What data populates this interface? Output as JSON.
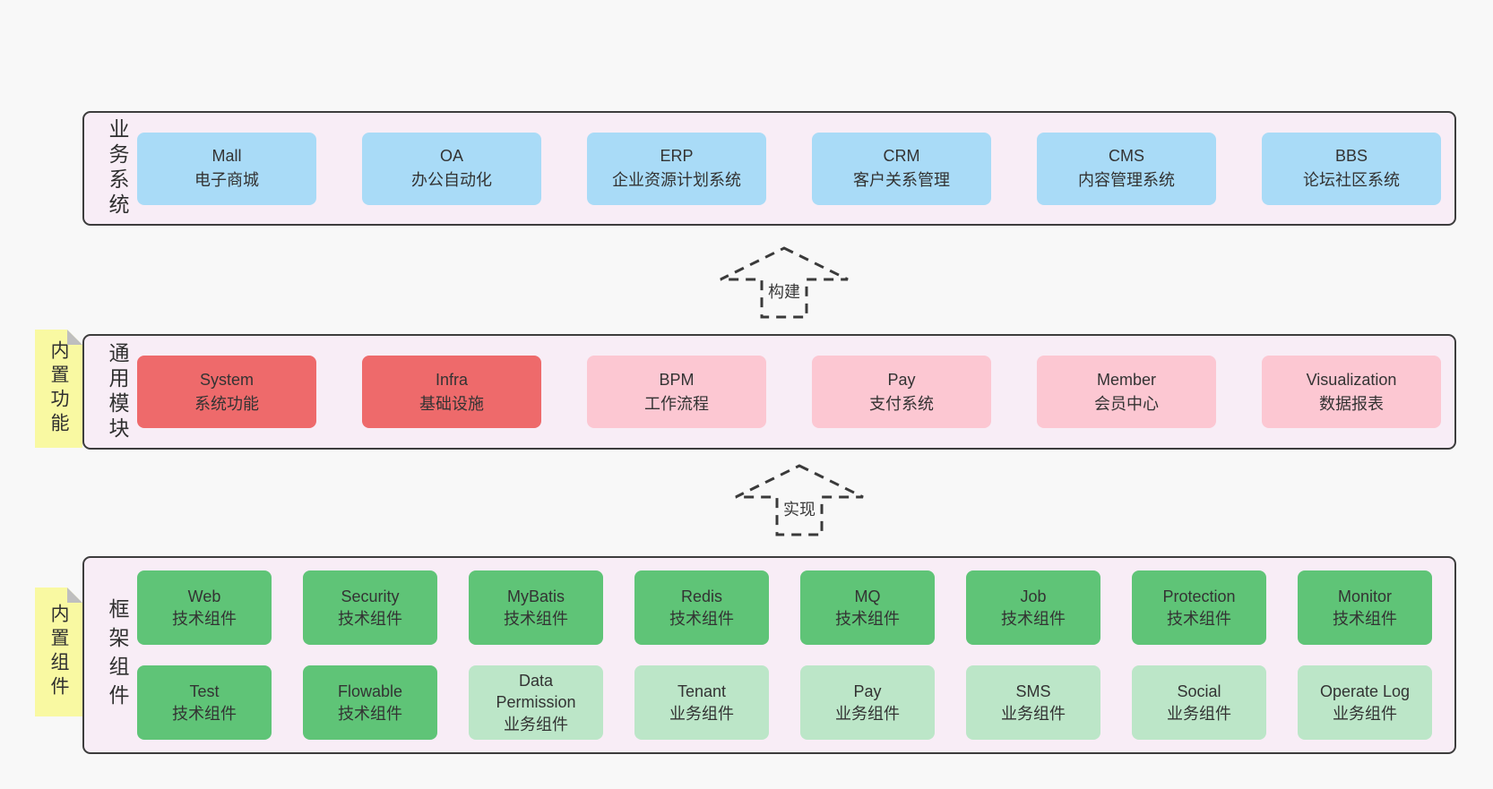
{
  "colors": {
    "page_bg": "#f8f8f8",
    "panel_bg": "#f8edf6",
    "panel_border": "#3d3d3d",
    "blue_box": "#a9dbf7",
    "red_box": "#ee6a6b",
    "pink_box": "#fcc7d2",
    "green_box": "#5fc477",
    "light_green_box": "#bce6c8",
    "sticky_tag": "#f9f9a2",
    "tag_fold": "#bfbfbf",
    "text": "#333333"
  },
  "sections": [
    {
      "label": "业务系统",
      "items": [
        {
          "name": "Mall",
          "desc": "电子商城"
        },
        {
          "name": "OA",
          "desc": "办公自动化"
        },
        {
          "name": "ERP",
          "desc": "企业资源计划系统"
        },
        {
          "name": "CRM",
          "desc": "客户关系管理"
        },
        {
          "name": "CMS",
          "desc": "内容管理系统"
        },
        {
          "name": "BBS",
          "desc": "论坛社区系统"
        }
      ]
    },
    {
      "label": "通用模块",
      "tag": "内置功能",
      "items": [
        {
          "name": "System",
          "desc": "系统功能"
        },
        {
          "name": "Infra",
          "desc": "基础设施"
        },
        {
          "name": "BPM",
          "desc": "工作流程"
        },
        {
          "name": "Pay",
          "desc": "支付系统"
        },
        {
          "name": "Member",
          "desc": "会员中心"
        },
        {
          "name": "Visualization",
          "desc": "数据报表"
        }
      ]
    },
    {
      "label": "框架组件",
      "tag": "内置组件",
      "row1": [
        {
          "name": "Web",
          "desc": "技术组件"
        },
        {
          "name": "Security",
          "desc": "技术组件"
        },
        {
          "name": "MyBatis",
          "desc": "技术组件"
        },
        {
          "name": "Redis",
          "desc": "技术组件"
        },
        {
          "name": "MQ",
          "desc": "技术组件"
        },
        {
          "name": "Job",
          "desc": "技术组件"
        },
        {
          "name": "Protection",
          "desc": "技术组件"
        },
        {
          "name": "Monitor",
          "desc": "技术组件"
        }
      ],
      "row2": [
        {
          "name": "Test",
          "desc": "技术组件"
        },
        {
          "name": "Flowable",
          "desc": "技术组件"
        },
        {
          "name": "Data Permission",
          "desc": "业务组件"
        },
        {
          "name": "Tenant",
          "desc": "业务组件"
        },
        {
          "name": "Pay",
          "desc": "业务组件"
        },
        {
          "name": "SMS",
          "desc": "业务组件"
        },
        {
          "name": "Social",
          "desc": "业务组件"
        },
        {
          "name": "Operate Log",
          "desc": "业务组件"
        }
      ]
    }
  ],
  "arrows": [
    {
      "label": "构建"
    },
    {
      "label": "实现"
    }
  ]
}
